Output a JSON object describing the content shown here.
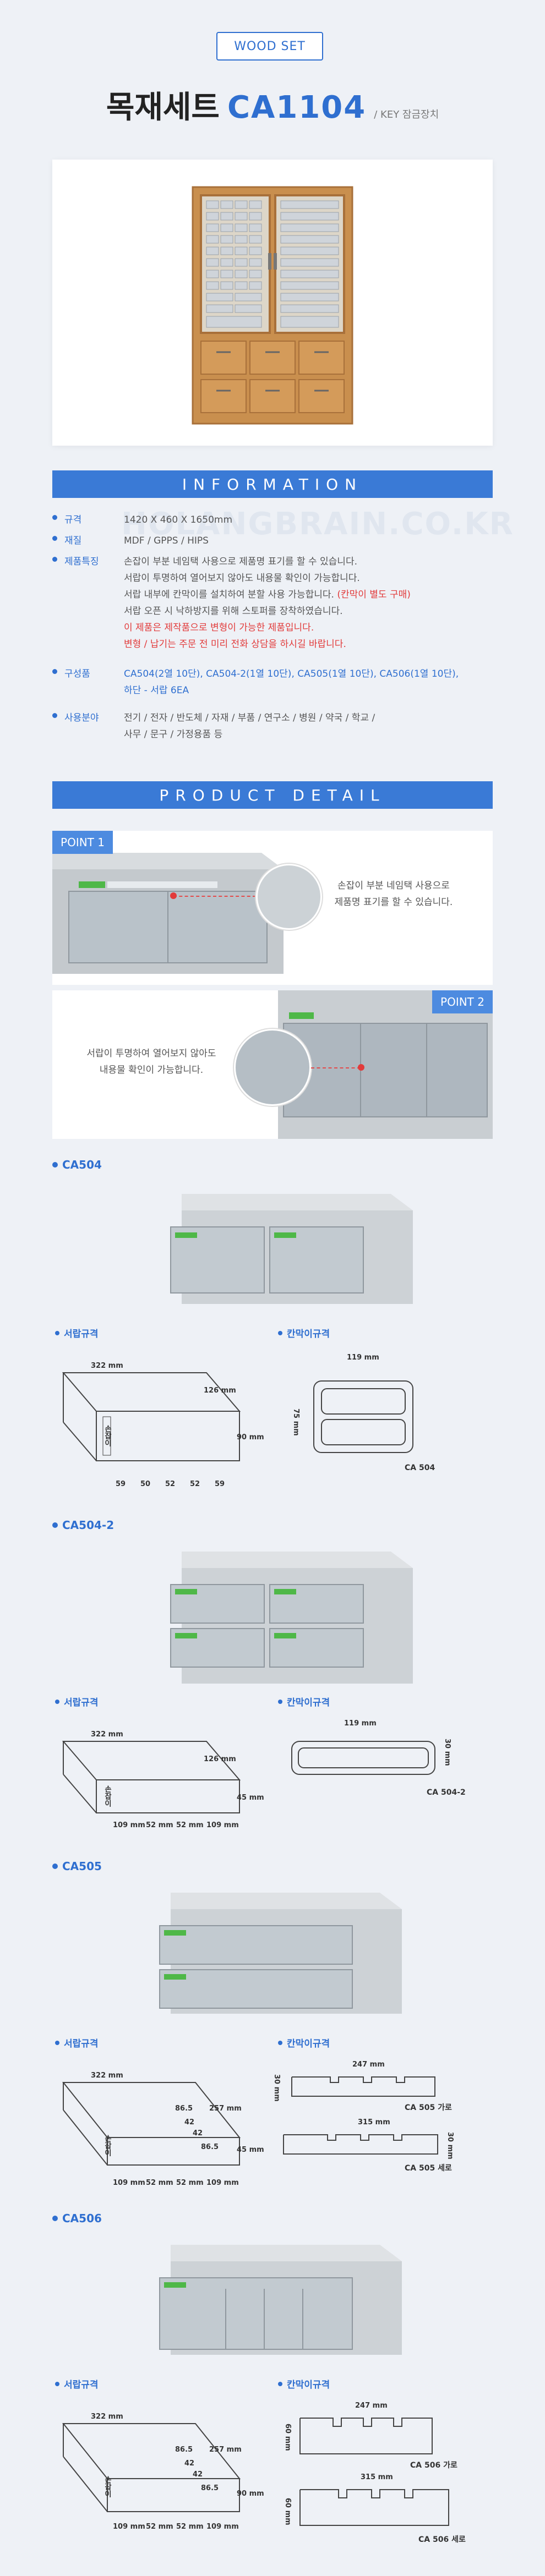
{
  "header": {
    "tag": "WOOD SET",
    "title_kr": "목재세트",
    "title_model": "CA1104",
    "title_sub": "/ KEY 잠금장치"
  },
  "information": {
    "bar": "INFORMATION",
    "watermark": "HOLANGBRAIN.CO.KR",
    "rows": [
      {
        "key": "규격",
        "lines": [
          "1420 X 460 X 1650mm"
        ]
      },
      {
        "key": "재질",
        "lines": [
          "MDF / GPPS / HIPS"
        ]
      },
      {
        "key": "제품특징",
        "lines": [
          "손잡이 부분 네임택 사용으로 제품명 표기를 할 수 있습니다.",
          "서랍이 투명하여 열어보지 않아도 내용물 확인이 가능합니다.",
          "서랍 내부에 칸막이를 설치하여 분할 사용 가능합니다."
        ],
        "line3_red": "(칸막이 별도 구매)",
        "line4": "서랍 오픈 시 낙하방지를 위해 스토퍼를 장착하였습니다.",
        "red1": "이 제품은 제작품으로 변형이 가능한 제품입니다.",
        "red2": "변형 / 납기는 주문 전 미리 전화 상담을 하시길 바랍니다."
      },
      {
        "key": "구성품",
        "lines": [
          "CA504(2열 10단), CA504-2(1열 10단), CA505(1열 10단), CA506(1열 10단),",
          "하단 - 서랍 6EA"
        ]
      },
      {
        "key": "사용분야",
        "lines": [
          "전기 / 전자 / 반도체 / 자재 / 부품 / 연구소 / 병원 / 약국 / 학교 /",
          "사무 / 문구 / 가정용품 등"
        ]
      }
    ]
  },
  "detail": {
    "bar": "PRODUCT DETAIL",
    "point1": {
      "tag": "POINT 1",
      "note": [
        "손잡이 부분 네임택 사용으로",
        "제품명 표기를 할 수 있습니다."
      ]
    },
    "point2": {
      "tag": "POINT 2",
      "note": [
        "서랍이 투명하여 열어보지 않아도",
        "내용물 확인이 가능합니다."
      ]
    }
  },
  "sections": {
    "labels": {
      "drawer": "서랍규격",
      "divider": "칸막이규격"
    },
    "ca504": {
      "title": "CA504",
      "drawer_dims": {
        "width": "322 mm",
        "depth": "126 mm",
        "height": "90 mm",
        "bottom": [
          "59",
          "50",
          "52",
          "52",
          "59"
        ],
        "side": "손잡이"
      },
      "divider": {
        "w": "119 mm",
        "h": "75 mm",
        "cap": "CA 504"
      }
    },
    "ca504_2": {
      "title": "CA504-2",
      "drawer_dims": {
        "width": "322 mm",
        "depth": "126 mm",
        "height": "45 mm",
        "bottom": [
          "109 mm",
          "52 mm",
          "52 mm",
          "109 mm"
        ],
        "side": "손잡이"
      },
      "divider": {
        "w": "119 mm",
        "h": "30 mm",
        "cap": "CA 504-2"
      }
    },
    "ca505": {
      "title": "CA505",
      "drawer_dims": {
        "width": "322 mm",
        "depth": "257 mm",
        "height": "45 mm",
        "inner": [
          "86.5",
          "42",
          "42",
          "86.5"
        ],
        "bottom": [
          "109 mm",
          "52 mm",
          "52 mm",
          "109 mm"
        ],
        "side": "손잡이"
      },
      "divider_a": {
        "w": "247 mm",
        "h": "30 mm",
        "cap": "CA 505 가로"
      },
      "divider_b": {
        "w": "315 mm",
        "h": "30 mm",
        "cap": "CA 505 세로"
      }
    },
    "ca506": {
      "title": "CA506",
      "drawer_dims": {
        "width": "322 mm",
        "depth": "257 mm",
        "height": "90 mm",
        "inner": [
          "86.5",
          "42",
          "42",
          "86.5"
        ],
        "bottom": [
          "109 mm",
          "52 mm",
          "52 mm",
          "109 mm"
        ],
        "side": "손잡이"
      },
      "divider_a": {
        "w": "247 mm",
        "h": "60 mm",
        "cap": "CA 506 가로"
      },
      "divider_b": {
        "w": "315 mm",
        "h": "60 mm",
        "cap": "CA 506 세로"
      }
    }
  }
}
